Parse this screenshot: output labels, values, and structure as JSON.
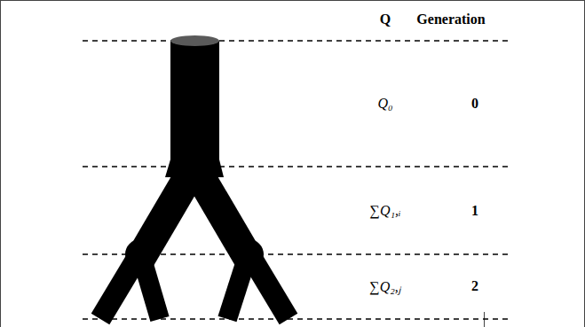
{
  "diagram": {
    "labels": [
      "Q",
      "Generation",
      "Q₀",
      "0",
      "∑Q₁,ᵢ",
      "1",
      "∑Q₂,ⱼ",
      "2"
    ]
  }
}
